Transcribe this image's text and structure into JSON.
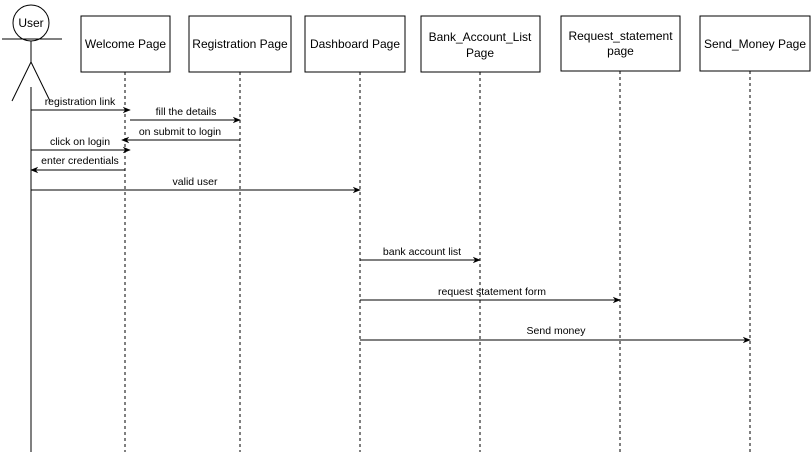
{
  "actor": {
    "label": "User"
  },
  "participants": [
    {
      "id": "welcome",
      "label_lines": [
        "Welcome Page"
      ]
    },
    {
      "id": "registration",
      "label_lines": [
        "Registration Page"
      ]
    },
    {
      "id": "dashboard",
      "label_lines": [
        "Dashboard Page"
      ]
    },
    {
      "id": "bank",
      "label_lines": [
        "Bank_Account_List",
        "Page"
      ]
    },
    {
      "id": "request",
      "label_lines": [
        "Request_statement",
        "page"
      ]
    },
    {
      "id": "send",
      "label_lines": [
        "Send_Money Page"
      ]
    }
  ],
  "messages": [
    {
      "from": "user",
      "to": "welcome",
      "label": "registration link"
    },
    {
      "from": "welcome",
      "to": "registration",
      "label": "fill the details"
    },
    {
      "from": "registration",
      "to": "welcome",
      "label": "on submit to login"
    },
    {
      "from": "user",
      "to": "welcome",
      "label": "click on login"
    },
    {
      "from": "welcome",
      "to": "user",
      "label": "enter credentials"
    },
    {
      "from": "user",
      "to": "dashboard",
      "label": "valid user"
    },
    {
      "from": "dashboard",
      "to": "bank",
      "label": "bank account list"
    },
    {
      "from": "dashboard",
      "to": "request",
      "label": "request statement form"
    },
    {
      "from": "dashboard",
      "to": "send",
      "label": "Send money"
    }
  ]
}
